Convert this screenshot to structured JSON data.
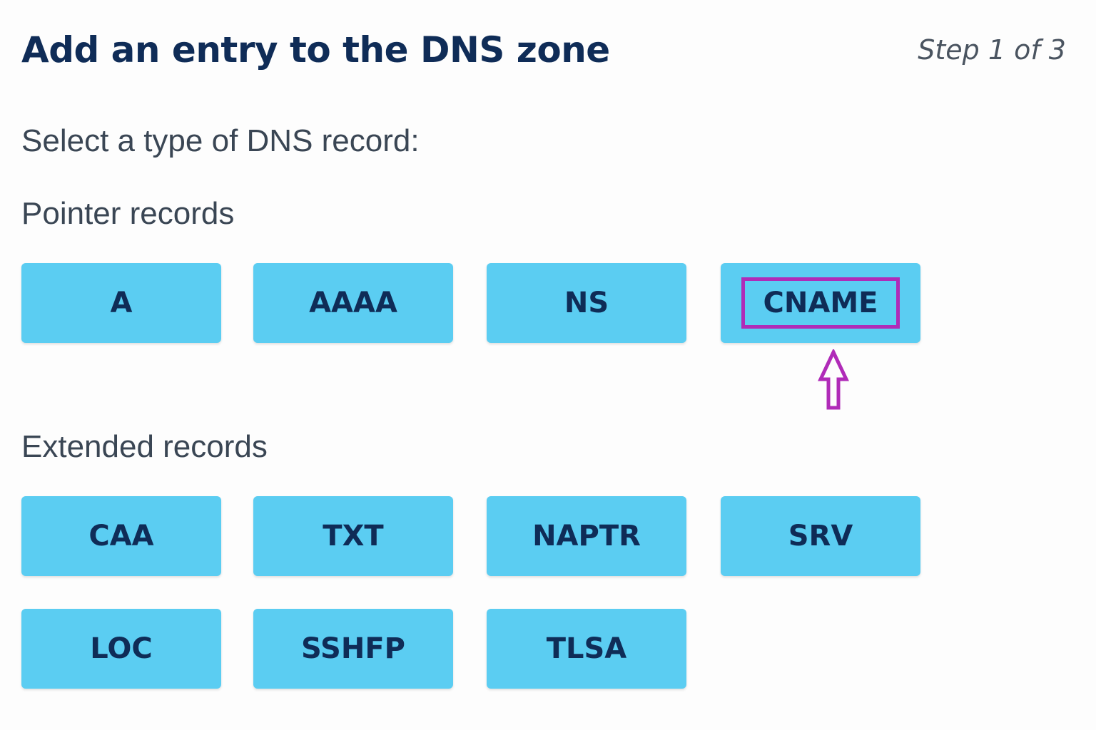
{
  "header": {
    "title": "Add an entry to the DNS zone",
    "step": "Step 1 of 3"
  },
  "prompt": "Select a type of DNS record:",
  "pointer_records": {
    "label": "Pointer records",
    "buttons": [
      "A",
      "AAAA",
      "NS",
      "CNAME"
    ]
  },
  "extended_records": {
    "label": "Extended records",
    "buttons": [
      "CAA",
      "TXT",
      "NAPTR",
      "SRV",
      "LOC",
      "SSHFP",
      "TLSA"
    ]
  },
  "highlighted": "CNAME",
  "colors": {
    "button_bg": "#5bcdf2",
    "button_text": "#0f2c57",
    "title": "#0f2c57",
    "highlight": "#b02bb8"
  },
  "icons": {
    "pointer": "up-arrow-icon"
  }
}
